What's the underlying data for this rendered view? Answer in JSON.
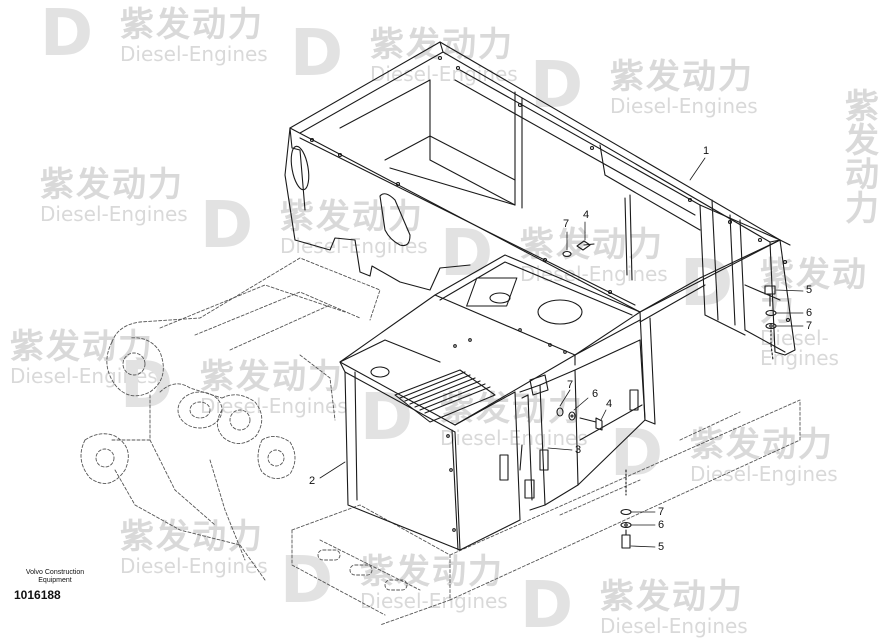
{
  "watermark": {
    "brand_cn": "紫发动力",
    "brand_en": "Diesel-Engines",
    "logo_glyph": "D"
  },
  "callouts": {
    "c1": "1",
    "c2": "2",
    "c3": "3",
    "c4a": "4",
    "c4b": "4",
    "c5a": "5",
    "c5b": "5",
    "c6a": "6",
    "c6b": "6",
    "c6c": "6",
    "c7a": "7",
    "c7b": "7",
    "c7c": "7",
    "c7d": "7"
  },
  "footer": {
    "company_line1": "Volvo Construction",
    "company_line2": "Equipment",
    "drawing_number": "1016188"
  },
  "colors": {
    "line": "#1a1a1a",
    "dashed": "#555555",
    "watermark": "#d9d9d9"
  }
}
